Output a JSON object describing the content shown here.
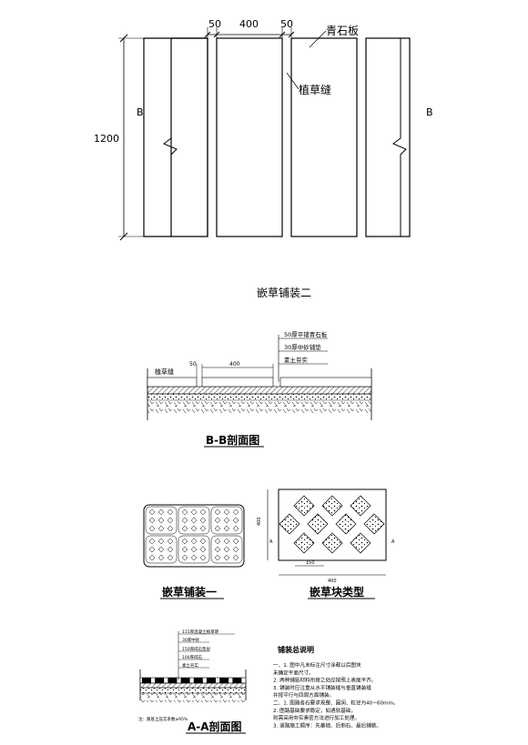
{
  "plan": {
    "dim_joint_left": "50",
    "dim_slab_width": "400",
    "dim_joint_right": "50",
    "dim_height": "1200",
    "label_slab": "青石板",
    "label_grass_joint": "植草缝",
    "section_mark_left": "B",
    "section_mark_right": "B"
  },
  "title_paving_two": "嵌草铺装二",
  "section_bb": {
    "layer_1": "50厚平铺青石板",
    "layer_2": "30厚中砂铺垫",
    "layer_3": "素土夯实",
    "label_grass_joint": "植草缝",
    "dim_50": "50",
    "dim_400": "400",
    "title": "B-B剖面图"
  },
  "title_paving_one": "嵌草铺装一",
  "grass_block": {
    "dim_side": "400",
    "dim_cell": "150",
    "dim_bottom": "400",
    "mark_left": "A",
    "mark_right": "A",
    "title": "嵌草块类型"
  },
  "section_aa": {
    "layer_1": "115厚混凝土植草砖",
    "layer_2": "30厚中砂",
    "layer_3": "150厚碎石垫层",
    "layer_4": "100厚碎石",
    "layer_5": "素土夯实",
    "note": "注：路基土压实系数≥95%",
    "title": "A-A剖面图"
  },
  "notes": {
    "heading": "铺装总说明",
    "lines": [
      "一、1. 图中凡未标注尺寸涂都以后图块",
      "        未确定平面尺寸。",
      "    2. 两种铺贴材料衔接之处应按照上表面平齐。",
      "    3. 铺装时应注重从水平铺装缝与垂直铺装缝",
      "        并按平行与四周方面铺装。",
      "二、1. 图路各石要求规整、圆润、粒径为40~60mm。",
      "    2. 图路基础要求稳定，如遇软基础，",
      "        则需采用夯实素密方法进行加工处理。",
      "    3. 道路施工顺序：先基础、后侧石、最后铺装。"
    ]
  }
}
